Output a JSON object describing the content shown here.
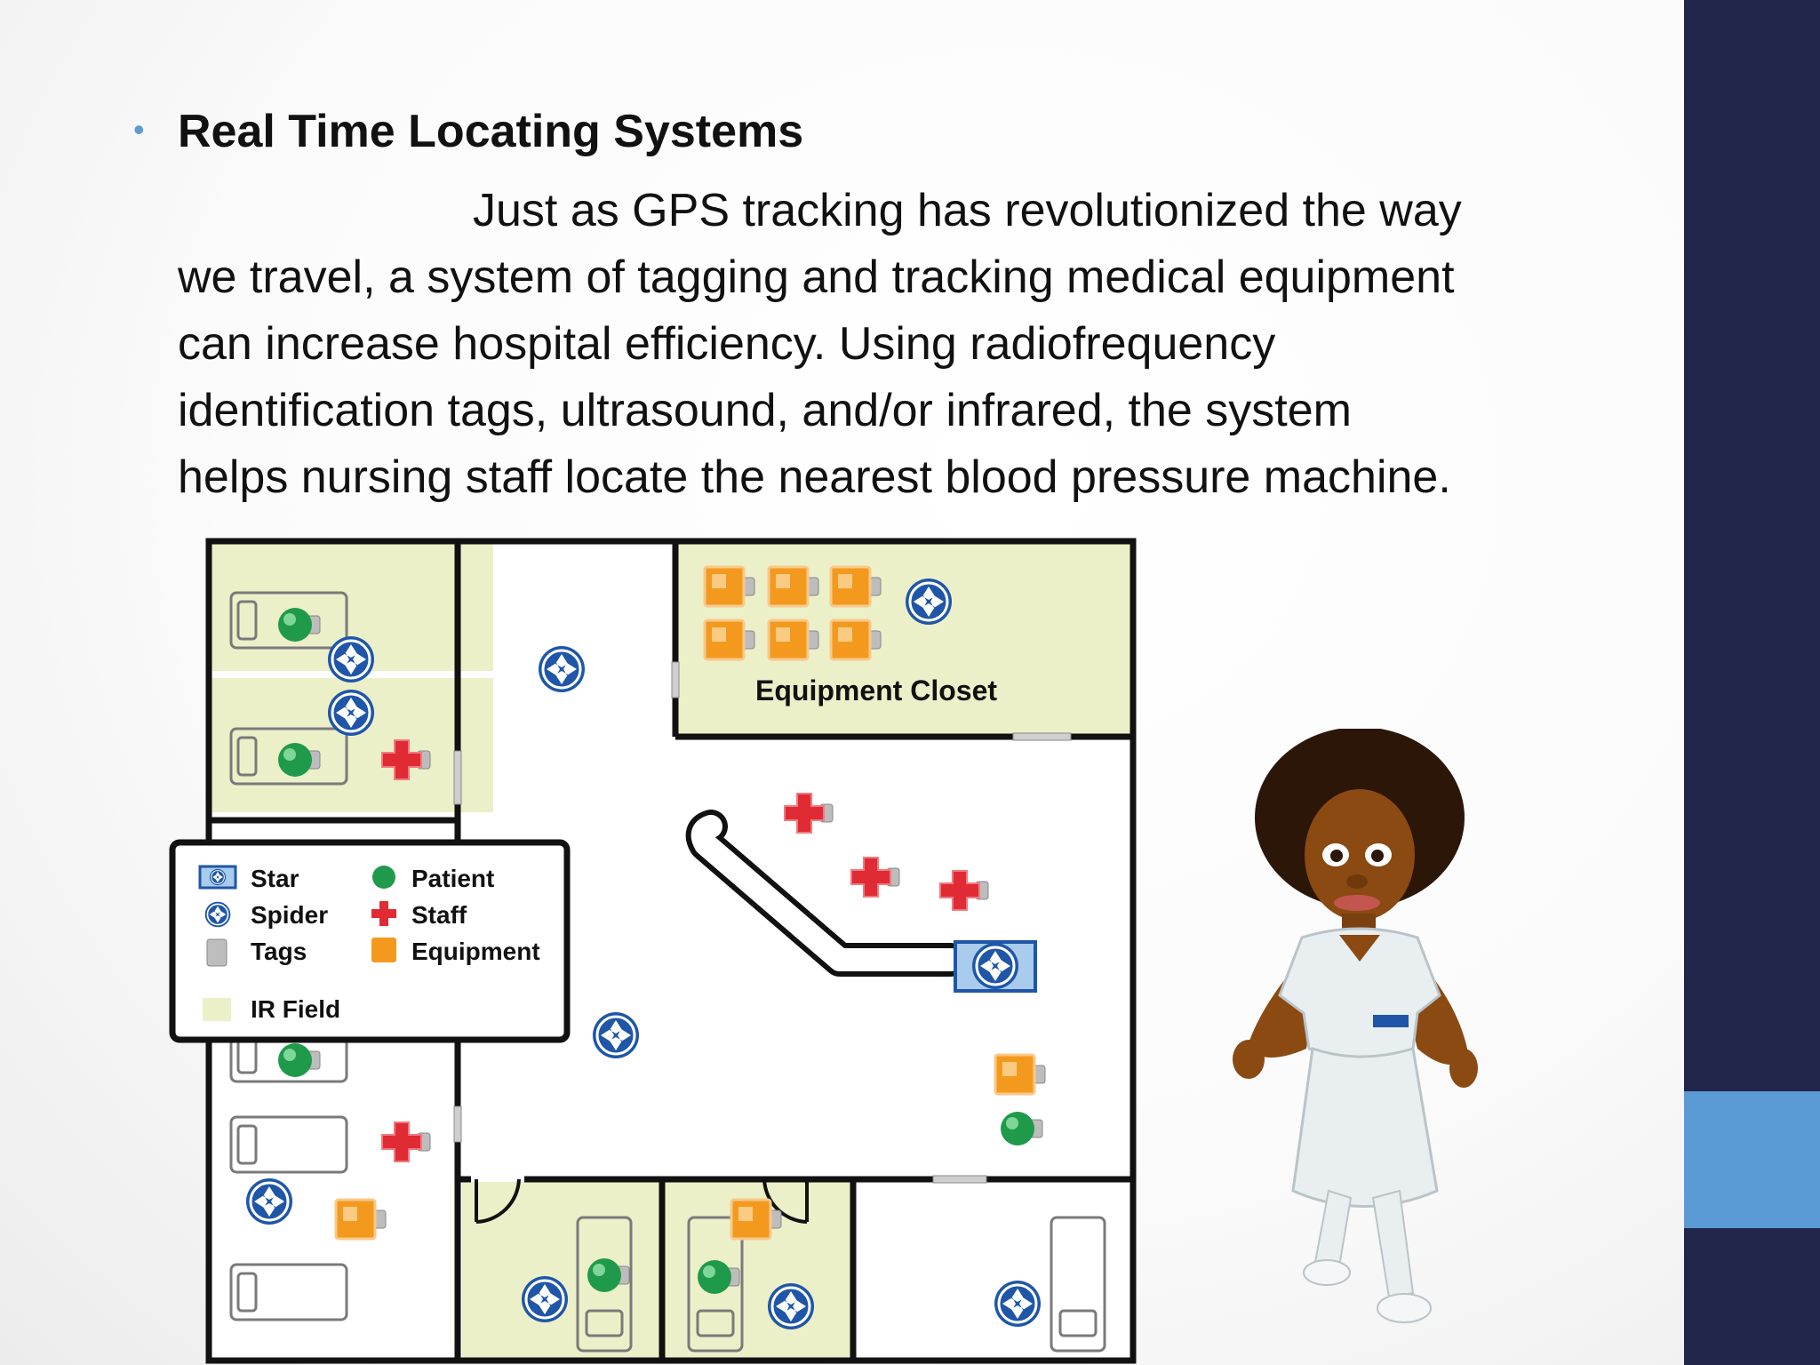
{
  "slide": {
    "bullet_symbol": "•",
    "heading": "Real Time Locating Systems",
    "paragraph_lines": [
      "Just as GPS tracking has revolutionized the way",
      "we travel, a system of tagging and tracking medical equipment",
      "can increase hospital efficiency. Using radiofrequency",
      "identification tags, ultrasound, and/or infrared, the system",
      "helps nursing staff locate the nearest blood pressure machine."
    ]
  },
  "floorplan": {
    "closet_label": "Equipment Closet",
    "legend": {
      "star": "Star",
      "spider": "Spider",
      "tags": "Tags",
      "ir_field": "IR Field",
      "patient": "Patient",
      "staff": "Staff",
      "equipment": "Equipment"
    },
    "colors": {
      "ir_field": "#ecf0c8",
      "spider": "#1f56a8",
      "patient": "#1f9a4a",
      "staff": "#e02b34",
      "equipment": "#f39a1e",
      "star_box": "#a9cbec",
      "wall": "#111111"
    }
  },
  "theme": {
    "sidebar": "#22254a",
    "sidebar_accent": "#5b9bd5",
    "bullet": "#5b9bd5"
  },
  "illustration": {
    "icon": "nurse-cartoon-icon"
  }
}
